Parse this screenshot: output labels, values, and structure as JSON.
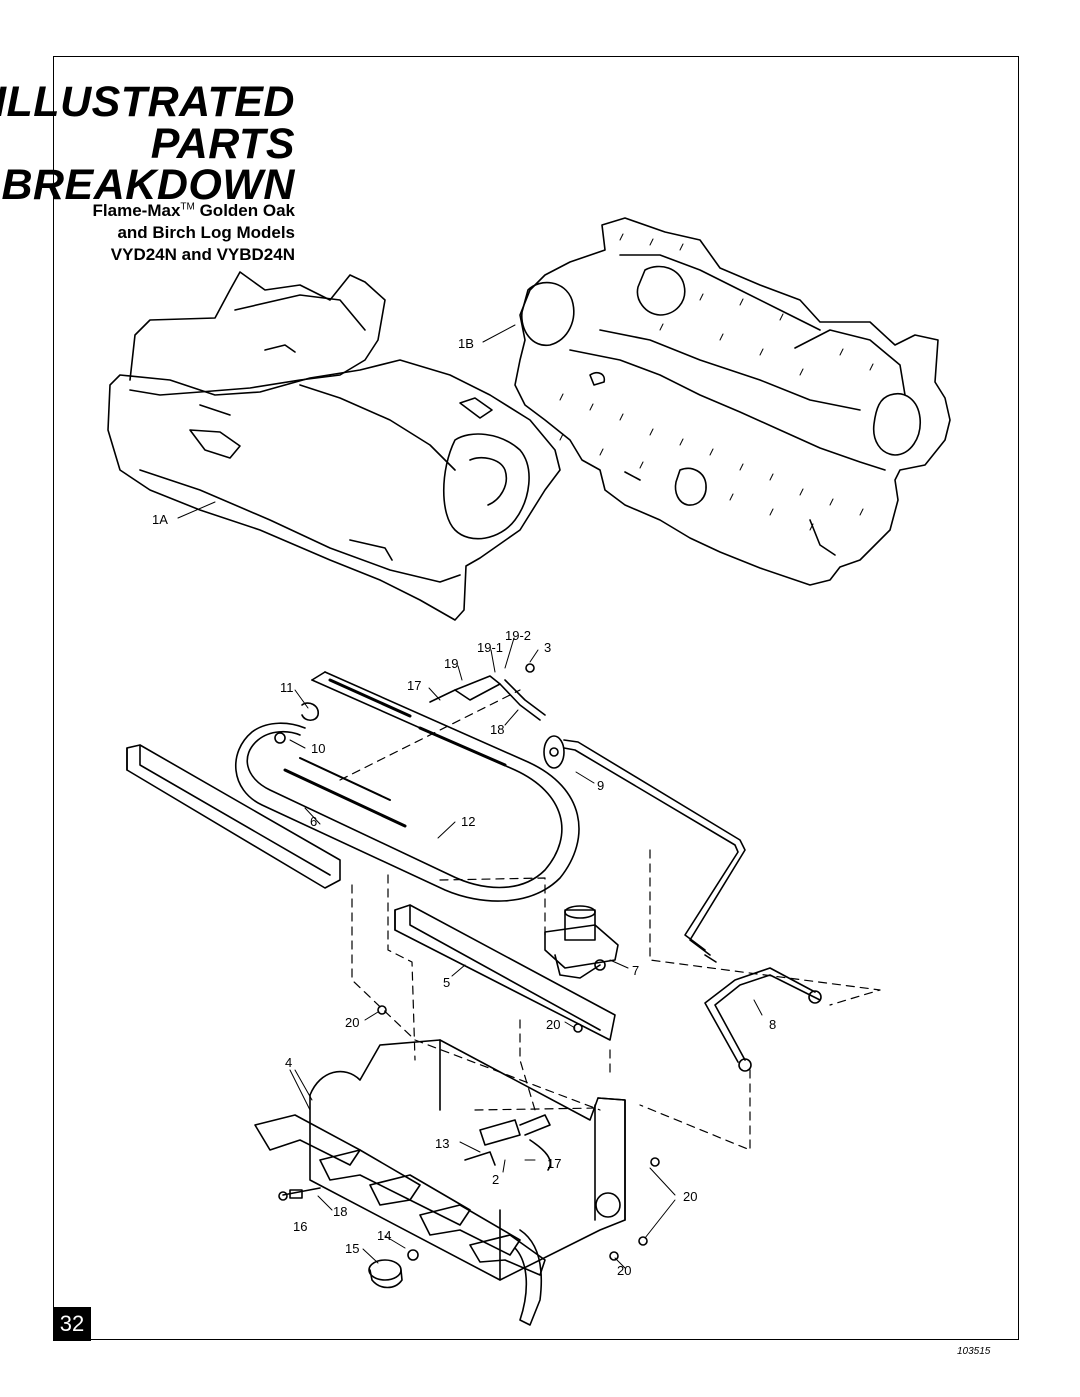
{
  "heading": {
    "line1": "ILLUSTRATED",
    "line2": "PARTS",
    "line3": "BREAKDOWN"
  },
  "subtitle": {
    "line1_prefix": "Flame-Max",
    "line1_tm": "TM",
    "line1_suffix": " Golden Oak",
    "line2": "and Birch Log Models",
    "line3": "VYD24N and VYBD24N"
  },
  "page_number": "32",
  "document_number": "103515",
  "callouts": {
    "c1A": "1A",
    "c1B": "1B",
    "c19_2": "19-2",
    "c19_1": "19-1",
    "c3": "3",
    "c19": "19",
    "c11": "11",
    "c17a": "17",
    "c18a": "18",
    "c10": "10",
    "c9": "9",
    "c6": "6",
    "c12": "12",
    "c7": "7",
    "c5": "5",
    "c20a": "20",
    "c20b": "20",
    "c8": "8",
    "c4": "4",
    "c13": "13",
    "c17b": "17",
    "c2": "2",
    "c20c": "20",
    "c18b": "18",
    "c16": "16",
    "c14": "14",
    "c15": "15",
    "c20d": "20"
  },
  "colors": {
    "ink": "#000000",
    "paper": "#ffffff"
  }
}
